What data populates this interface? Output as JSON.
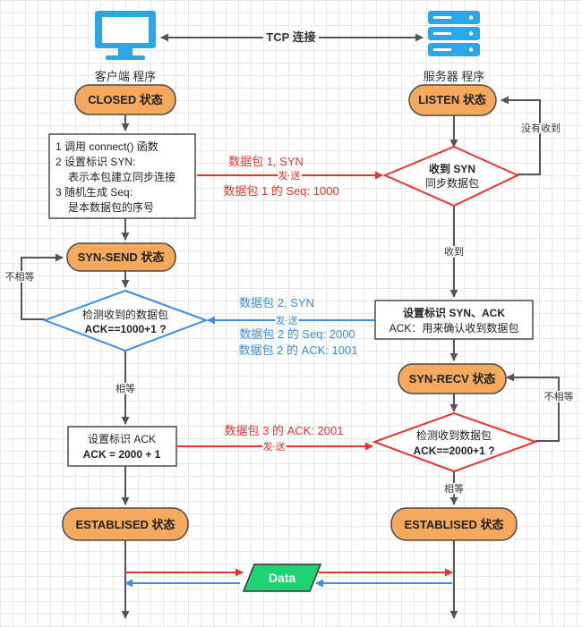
{
  "header": {
    "client_label": "客户端 程序",
    "server_label": "服务器 程序",
    "connection_label": "TCP 连接"
  },
  "client": {
    "closed": "CLOSED 状态",
    "steps": [
      "1 调用 connect() 函数",
      "2 设置标识 SYN:",
      "表示本包建立同步连接",
      "3 随机生成 Seq:",
      "是本数据包的序号"
    ],
    "syn_send": "SYN-SEND 状态",
    "check_line1": "检测收到的数据包",
    "check_line2": "ACK==1000+1 ?",
    "not_equal": "不相等",
    "equal": "相等",
    "set_ack_line1": "设置标识 ACK",
    "set_ack_line2": "ACK = 2000 + 1",
    "established": "ESTABLISED 状态"
  },
  "server": {
    "listen": "LISTEN 状态",
    "not_received": "没有收到",
    "receive_line1": "收到 SYN",
    "receive_line2": "同步数据包",
    "received": "收到",
    "set_flags_line1": "设置标识 SYN、ACK",
    "set_flags_line2": "ACK：用来确认收到数据包",
    "syn_recv": "SYN-RECV 状态",
    "not_equal": "不相等",
    "check_line1": "检测收到数据包",
    "check_line2": "ACK==2000+1 ?",
    "equal": "相等",
    "established": "ESTABLISED 状态"
  },
  "packets": {
    "p1_line1": "数据包 1, SYN",
    "p1_send": "发 送",
    "p1_line2": "数据包 1 的 Seq: 1000",
    "p2_line1": "数据包 2, SYN",
    "p2_send": "发 送",
    "p2_line2": "数据包 2 的 Seq:  2000",
    "p2_line3": "数据包 2 的 ACK: 1001",
    "p3_line1": "数据包 3 的 ACK: 2001",
    "p3_send": "发 送"
  },
  "data_label": "Data",
  "colors": {
    "state_fill": "#f5a95d",
    "red": "#e8332e",
    "blue": "#3a8ee0",
    "data_fill": "#1ed472",
    "icon_blue": "#2aa7e8"
  },
  "icons": {
    "client": "monitor-icon",
    "server": "server-rack-icon"
  }
}
